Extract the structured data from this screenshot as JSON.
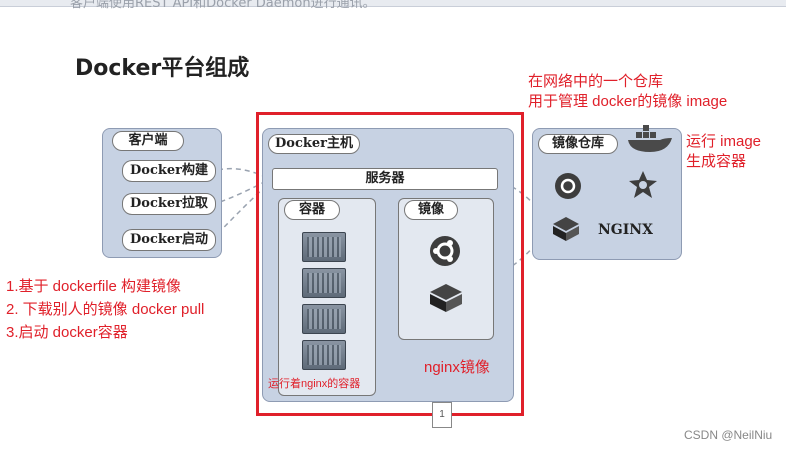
{
  "header": {
    "partial_text": "客户端使用REST API和Docker Daemon进行通讯。"
  },
  "title": "Docker平台组成",
  "client": {
    "title": "客户端",
    "items": [
      "Docker构建",
      "Docker拉取",
      "Docker启动"
    ]
  },
  "host": {
    "title": "Docker主机",
    "server": "服务器",
    "containers_title": "容器",
    "images_title": "镜像",
    "nginx_caption": "运行着nginx的容器"
  },
  "registry": {
    "title": "镜像仓库",
    "nginx_label": "NGINX"
  },
  "annotations": {
    "registry_note_1": "在网络中的一个仓库",
    "registry_note_2": "用于管理 docker的镜像 image",
    "run_note_1": "运行 image",
    "run_note_2": "生成容器",
    "steps": [
      "1.基于 dockerfile 构建镜像",
      "2. 下载别人的镜像 docker pull",
      "3.启动 docker容器"
    ],
    "nginx_image": "nginx镜像"
  },
  "page_marker": "1",
  "watermark": "CSDN @NeilNiu",
  "colors": {
    "annotation_red": "#e0202a",
    "panel_blue": "#c7d2e3"
  }
}
